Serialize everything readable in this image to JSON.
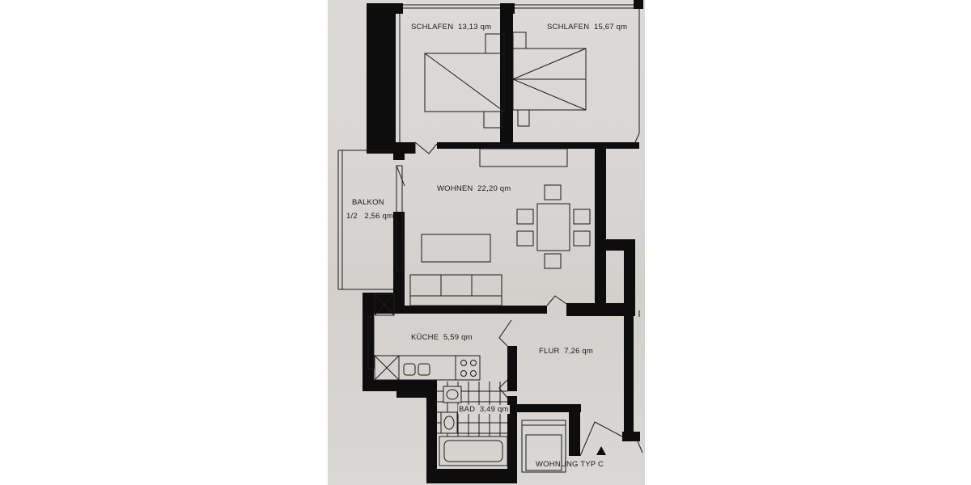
{
  "rooms": {
    "schlafen1": {
      "name": "SCHLAFEN",
      "area": "13,13 qm"
    },
    "schlafen2": {
      "name": "SCHLAFEN",
      "area": "15,67 qm"
    },
    "wohnen": {
      "name": "WOHNEN",
      "area": "22,20 qm"
    },
    "balkon": {
      "name": "BALKON",
      "fraction": "1/2",
      "area": "2,56 qm"
    },
    "kueche": {
      "name": "KÜCHE",
      "area": "5,59 qm"
    },
    "flur": {
      "name": "FLUR",
      "area": "7,26 qm"
    },
    "bad": {
      "name": "BAD",
      "area": "3,49 qm"
    }
  },
  "plan_title": "WOHNUNG  TYP C",
  "colors": {
    "paper": "#d9d6d3",
    "wall": "#0d0d0d",
    "line": "#1a1a1a"
  },
  "icons": {
    "north_marker": "triangle-icon"
  }
}
